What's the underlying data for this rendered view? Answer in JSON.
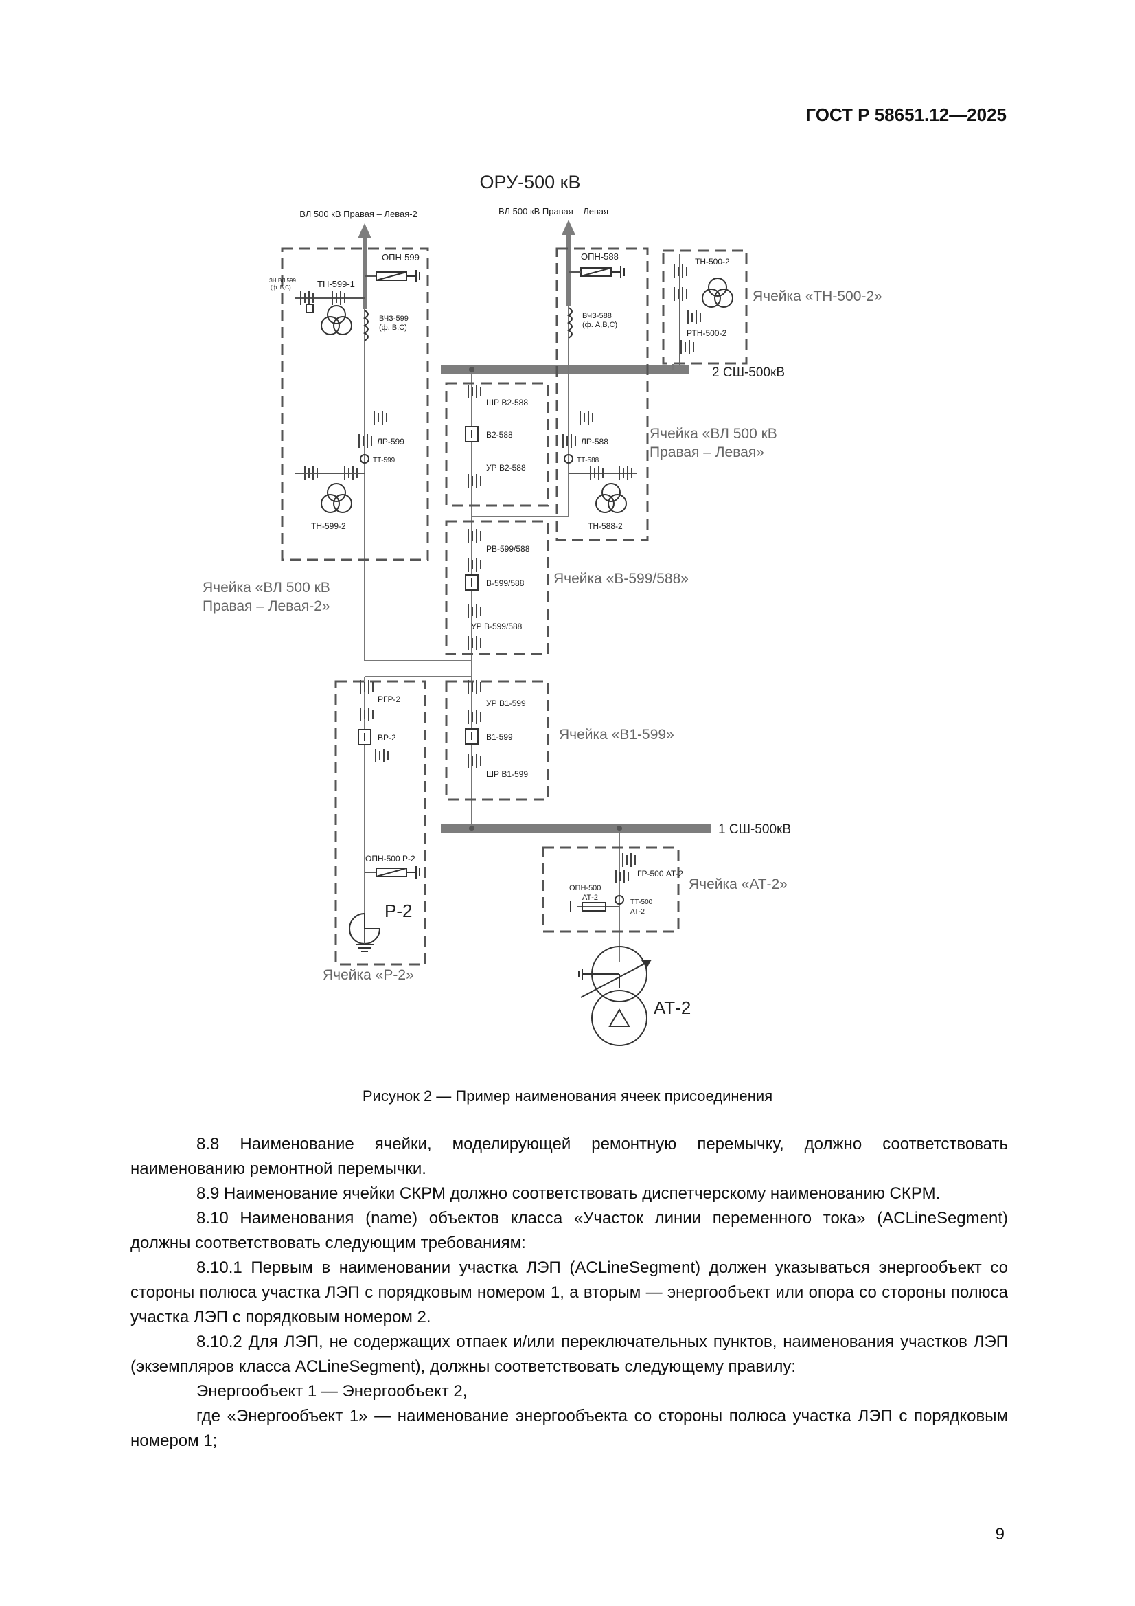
{
  "header": {
    "standard": "ГОСТ Р 58651.12—2025"
  },
  "figure": {
    "title": "ОРУ-500 кВ",
    "lines": {
      "left": "ВЛ 500 кВ Правая – Левая-2",
      "right": "ВЛ 500 кВ Правая – Левая"
    },
    "buses": {
      "top": "2 СШ-500кВ",
      "bottom": "1 СШ-500кВ"
    },
    "cells": {
      "tn500_1": "Ячейка «ТН-500-2»",
      "vl_right_1": "Ячейка «ВЛ 500 кВ",
      "vl_right_2": "Правая – Левая»",
      "vl_left_1": "Ячейка «ВЛ 500 кВ",
      "vl_left_2": "Правая – Левая-2»",
      "v599": "Ячейка «В-599/588»",
      "v1": "Ячейка «В1-599»",
      "at2": "Ячейка «АТ-2»",
      "r2": "Ячейка «Р-2»"
    },
    "devices": {
      "opn599": "ОПН-599",
      "zn": "ЗН ВЛ 599",
      "zn_ph": "(ф. В,С)",
      "tn599_1": "ТН-599-1",
      "vchz599": "ВЧЗ-599",
      "vchz599_ph": "(ф. В,С)",
      "lr599": "ЛР-599",
      "tt599": "ТТ-599",
      "tn599_2": "ТН-599-2",
      "opn588": "ОПН-588",
      "vchz588": "ВЧЗ-588",
      "vchz588_ph": "(ф. А,В,С)",
      "lr588": "ЛР-588",
      "tt588": "ТТ-588",
      "tn588_2": "ТН-588-2",
      "tn500_2": "ТН-500-2",
      "rtn500_2": "РТН-500-2",
      "shr_v2": "ШР В2-588",
      "v2": "В2-588",
      "ur_v2": "УР В2-588",
      "rv599": "РВ-599/588",
      "v599_588": "В-599/588",
      "ur_v599": "УР В-599/588",
      "rgr2": "РГР-2",
      "vr2": "ВР-2",
      "ur_v1": "УР В1-599",
      "v1_599": "В1-599",
      "shr_v1": "ШР В1-599",
      "opn500_r2": "ОПН-500 Р-2",
      "r2_label": "Р-2",
      "gr500": "ГР-500 АТ-2",
      "opn500_at2_a": "ОПН-500",
      "opn500_at2_b": "АТ-2",
      "tt500_a": "ТТ-500",
      "tt500_b": "АТ-2",
      "at2_label": "АТ-2"
    },
    "caption": "Рисунок 2 — Пример наименования ячеек присоединения"
  },
  "body": {
    "p1": "8.8 Наименование ячейки, моделирующей ремонтную перемычку, должно соответствовать наименованию ремонтной перемычки.",
    "p2": "8.9 Наименование ячейки СКРМ должно соответствовать диспетчерскому наименованию СКРМ.",
    "p3": "8.10 Наименования (name) объектов класса «Участок линии переменного тока» (ACLineSegment) должны соответствовать следующим требованиям:",
    "p4": "8.10.1 Первым в наименовании участка ЛЭП (ACLineSegment) должен указываться энергообъект со стороны полюса участка ЛЭП с порядковым номером 1, а вторым — энергообъект или опора со стороны полюса участка ЛЭП с порядковым номером 2.",
    "p5": "8.10.2 Для ЛЭП, не содержащих отпаек и/или переключательных пунктов, наименования участков ЛЭП (экземпляров класса ACLineSegment), должны соответствовать следующему правилу:",
    "p6": "Энергообъект 1 — Энергообъект 2,",
    "p7": "где «Энергообъект 1» — наименование энергообъекта со стороны полюса участка ЛЭП с порядковым номером 1;"
  },
  "page_number": "9"
}
